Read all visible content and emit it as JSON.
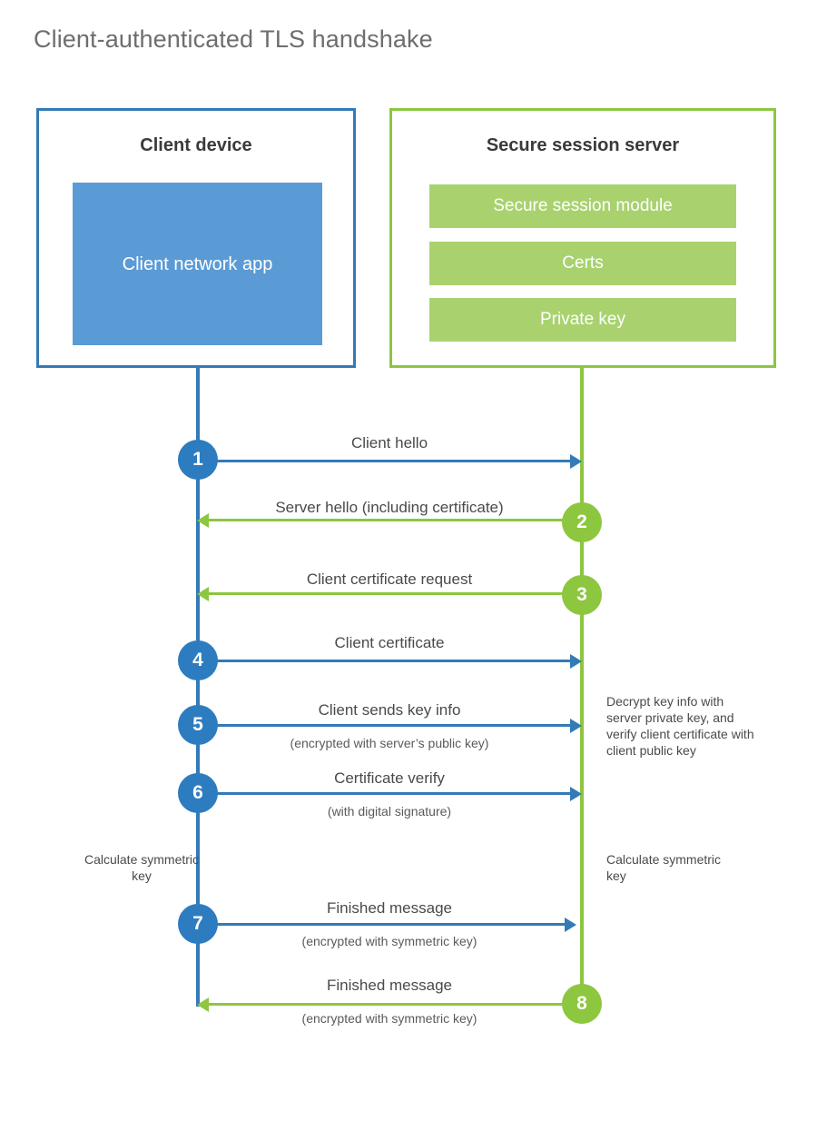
{
  "title": "Client-authenticated TLS handshake",
  "colors": {
    "client_accent": "#337ab7",
    "client_app_fill": "#5b9bd5",
    "server_accent": "#8dc63f",
    "server_bar_fill": "#a9d26f",
    "step_blue": "#2e7cc0",
    "title_gray": "#6e6e6e",
    "text_gray": "#4a4a4a"
  },
  "client": {
    "title": "Client device",
    "app_label": "Client network app"
  },
  "server": {
    "title": "Secure session server",
    "components": [
      {
        "label": "Secure session module"
      },
      {
        "label": "Certs"
      },
      {
        "label": "Private key"
      }
    ]
  },
  "steps": [
    {
      "number": "1",
      "label": "Client hello",
      "sublabel": "",
      "direction": "client-to-server",
      "color": "blue"
    },
    {
      "number": "2",
      "label": "Server hello (including certificate)",
      "sublabel": "",
      "direction": "server-to-client",
      "color": "green"
    },
    {
      "number": "3",
      "label": "Client certificate request",
      "sublabel": "",
      "direction": "server-to-client",
      "color": "green"
    },
    {
      "number": "4",
      "label": "Client certificate",
      "sublabel": "",
      "direction": "client-to-server",
      "color": "blue"
    },
    {
      "number": "5",
      "label": "Client sends key info",
      "sublabel": "(encrypted with server’s public key)",
      "direction": "client-to-server",
      "color": "blue"
    },
    {
      "number": "6",
      "label": "Certificate verify",
      "sublabel": "(with digital signature)",
      "direction": "client-to-server",
      "color": "blue"
    },
    {
      "number": "7",
      "label": "Finished message",
      "sublabel": "(encrypted with symmetric key)",
      "direction": "client-to-server",
      "color": "blue"
    },
    {
      "number": "8",
      "label": "Finished message",
      "sublabel": "(encrypted with symmetric key)",
      "direction": "server-to-client",
      "color": "green"
    }
  ],
  "notes": {
    "server_decrypt": "Decrypt key info with server private key, and verify client certificate with client public key",
    "client_symmetric_key": "Calculate symmetric key",
    "server_symmetric_key": "Calculate symmetric key"
  }
}
